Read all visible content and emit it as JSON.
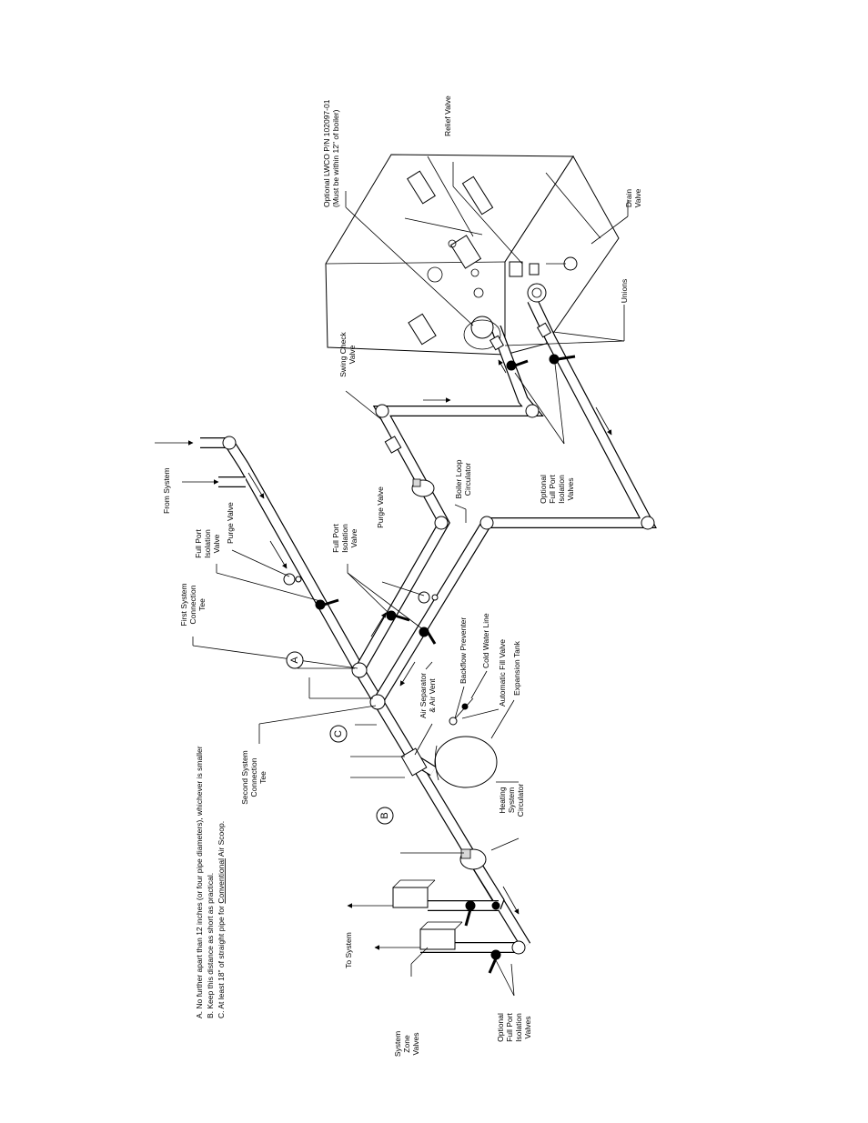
{
  "labels": {
    "lwco": "Optional LWCO P/N 102097-01",
    "lwco_note": "(Must be within 12\" of boiler)",
    "relief_valve": "Relief Valve",
    "drain_valve_1": "Drain",
    "drain_valve_2": "Valve",
    "unions": "Unions",
    "swing_check_1": "Swing Check",
    "swing_check_2": "Valve",
    "boiler_loop_1": "Boiler Loop",
    "boiler_loop_2": "Circulator",
    "opt_iso_top_1": "Optional",
    "opt_iso_top_2": "Full Port",
    "opt_iso_top_3": "Isolation",
    "opt_iso_top_4": "Valves",
    "from_system": "From System",
    "purge_valve_a": "Purge Valve",
    "full_port_a_1": "Full Port",
    "full_port_a_2": "Isolation",
    "full_port_a_3": "Valve",
    "purge_valve_b": "Purge Valve",
    "full_port_b_1": "Full Port",
    "full_port_b_2": "Isolation",
    "full_port_b_3": "Valve",
    "first_tee_1": "First System",
    "first_tee_2": "Connection",
    "first_tee_3": "Tee",
    "backflow": "Backflow Preventer",
    "cold_water": "Cold Water Line",
    "air_sep_1": "Air Separator",
    "air_sep_2": "& Air Vent",
    "auto_fill": "Automatic Fill Valve",
    "expansion_tank": "Expansion Tank",
    "second_tee_1": "Second System",
    "second_tee_2": "Connection",
    "second_tee_3": "Tee",
    "heating_circ_1": "Heating",
    "heating_circ_2": "System",
    "heating_circ_3": "Circulator",
    "to_system": "To System",
    "zone_valves_1": "System",
    "zone_valves_2": "Zone",
    "zone_valves_3": "Valves",
    "opt_iso_bot_1": "Optional",
    "opt_iso_bot_2": "Full Port",
    "opt_iso_bot_3": "Isolation",
    "opt_iso_bot_4": "Valves",
    "letter_a": "A",
    "letter_b": "B",
    "letter_c": "C"
  },
  "notes": {
    "a": "A. No further apart than 12 inches (or four pipe diameters), whichever is smaller",
    "b": "B. Keep this distance as short as practical.",
    "c_prefix": "C. At least 18\" of straight pipe for ",
    "c_underlined": "Conventional",
    "c_suffix": " Air Scoop."
  },
  "colors": {
    "line": "#000000",
    "background": "#ffffff",
    "shade": "#d8d8d8"
  }
}
